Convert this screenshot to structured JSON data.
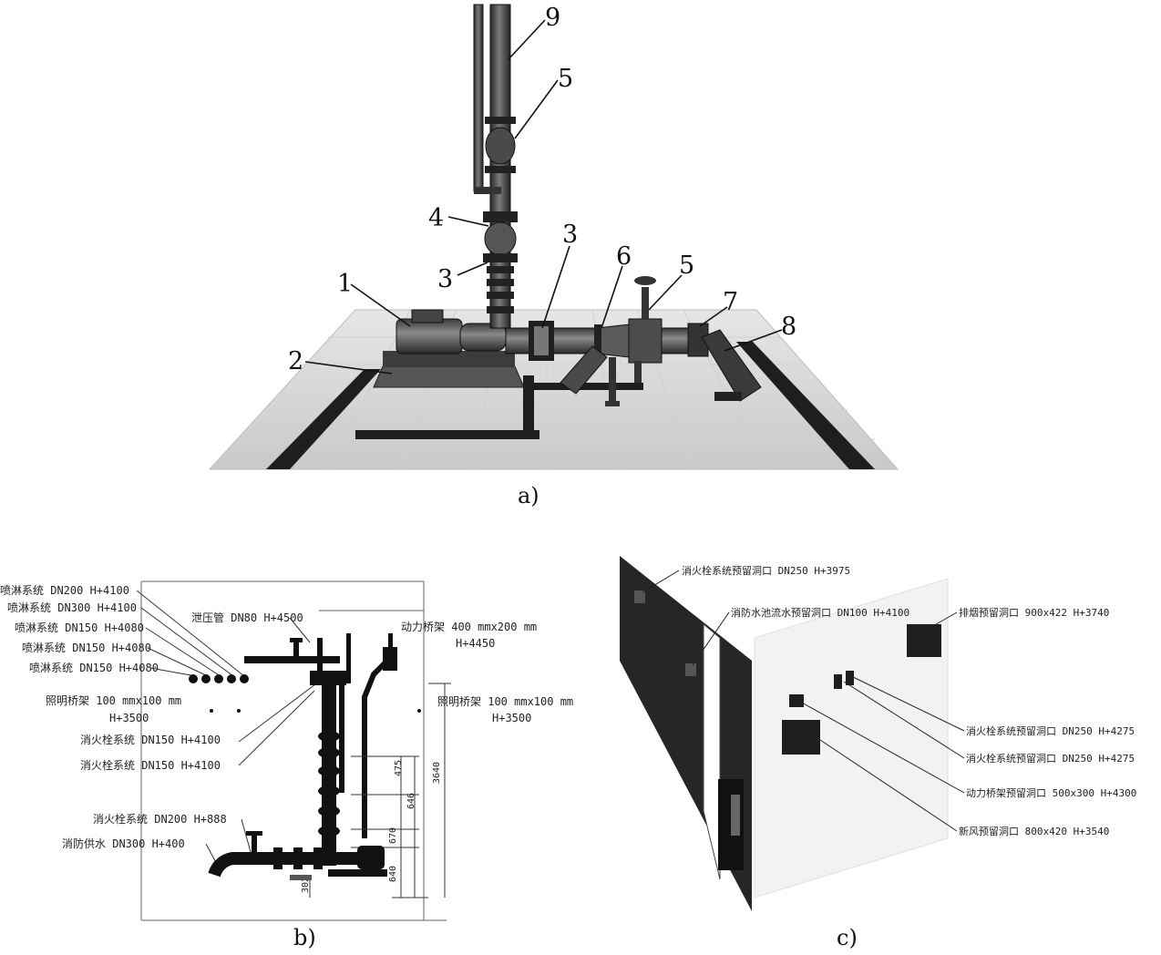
{
  "panel_a": {
    "caption": "a)",
    "callouts": [
      "9",
      "5",
      "4",
      "3",
      "3",
      "1",
      "2",
      "6",
      "5",
      "7",
      "8"
    ]
  },
  "panel_b": {
    "caption": "b)",
    "labels": {
      "l1": "喷淋系统 DN200 H+4100",
      "l2": "喷淋系统 DN300 H+4100",
      "l3": "喷淋系统 DN150 H+4080",
      "l4": "喷淋系统 DN150 H+4080",
      "l5": "喷淋系统 DN150 H+4080",
      "l6": "照明桥架 100 mmx100 mm",
      "l6b": "H+3500",
      "l7": "消火栓系统 DN150 H+4100",
      "l8": "消火栓系统 DN150 H+4100",
      "l9": "消火栓系统 DN200 H+888",
      "l10": "消防供水 DN300 H+400",
      "l11": "泄压管 DN80 H+4500",
      "l12": "动力桥架 400 mmx200 mm",
      "l12b": "H+4450",
      "l13": "照明桥架 100 mmx100 mm",
      "l13b": "H+3500"
    },
    "dims": [
      "475",
      "646",
      "670",
      "640",
      "3640",
      "302"
    ]
  },
  "panel_c": {
    "caption": "c)",
    "labels": {
      "c1": "消火栓系统预留洞口 DN250 H+3975",
      "c2": "消防水池流水预留洞口 DN100 H+4100",
      "c3": "排烟预留洞口 900x422 H+3740",
      "c4": "消火栓系统预留洞口 DN250 H+4275",
      "c5": "消火栓系统预留洞口 DN250 H+4275",
      "c6": "动力桥架预留洞口 500x300 H+4300",
      "c7": "新风预留洞口 800x420 H+3540"
    }
  }
}
